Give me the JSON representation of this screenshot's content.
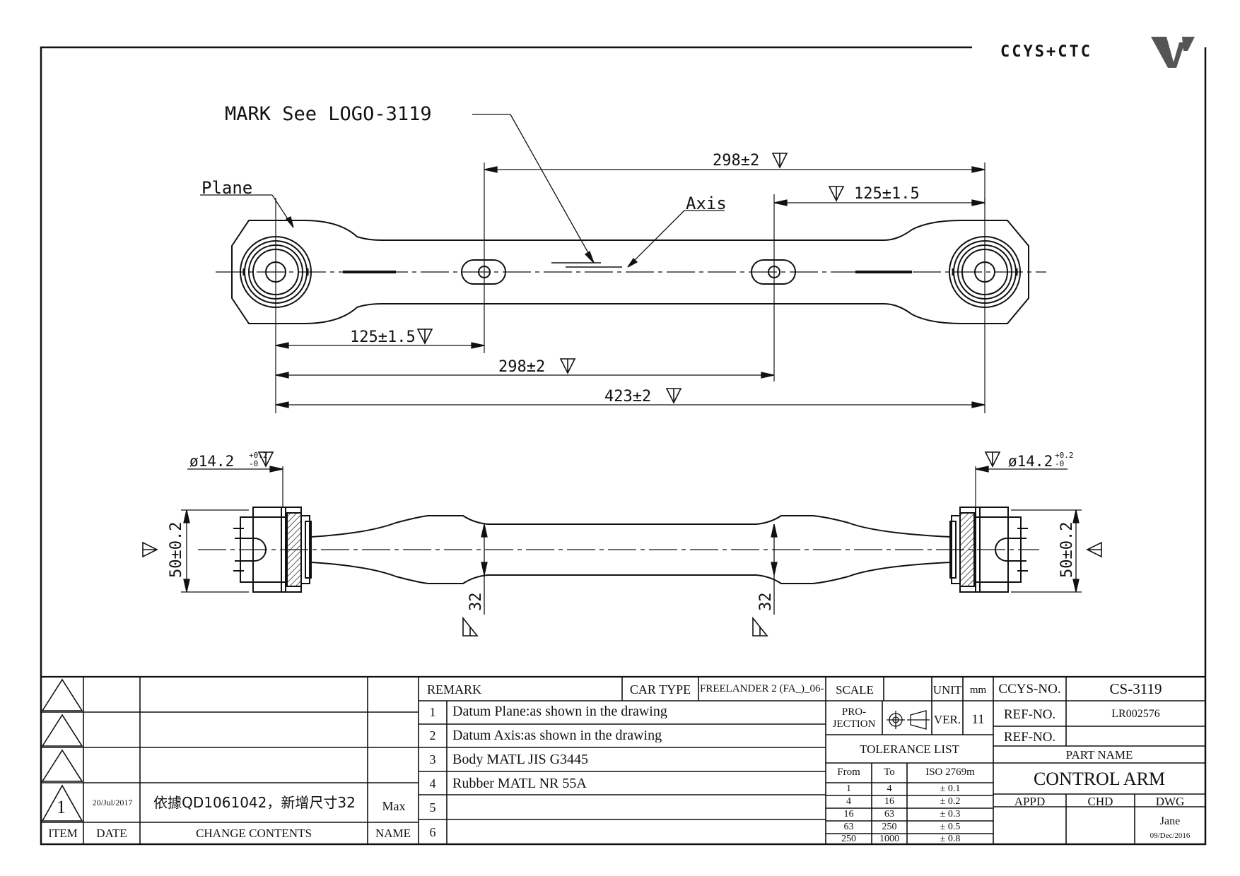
{
  "brand": {
    "logo_text": "CCYS+CTC"
  },
  "labels": {
    "mark": "MARK See LOGO-3119",
    "plane": "Plane",
    "axis": "Axis"
  },
  "dims": {
    "top_298": "298±2",
    "top_125": "125±1.5",
    "low_125": "125±1.5",
    "mid_298": "298±2",
    "total_423": "423±2",
    "dia_left": "ø14.2",
    "dia_right": "ø14.2",
    "tol_plus": "+0.2",
    "tol_minus": "-0",
    "height_left": "50±0.2",
    "height_right": "50±0.2",
    "width_32_a": "32",
    "width_32_b": "32"
  },
  "revision": {
    "rows": [
      {
        "item": "",
        "date": "",
        "content": "",
        "name": ""
      },
      {
        "item": "",
        "date": "",
        "content": "",
        "name": ""
      },
      {
        "item": "",
        "date": "",
        "content": "",
        "name": ""
      },
      {
        "item": "1",
        "date": "20/Jul/2017",
        "content": "依據QD1061042，新增尺寸32",
        "name": "Max"
      }
    ],
    "headers": {
      "item": "ITEM",
      "date": "DATE",
      "content": "CHANGE CONTENTS",
      "name": "NAME"
    }
  },
  "remarks": {
    "header": "REMARK",
    "car_type_label": "CAR TYPE",
    "car_type_value": "FREELANDER 2 (FA_)_06-",
    "items": [
      {
        "no": "1",
        "text": "Datum Plane:as shown in the drawing"
      },
      {
        "no": "2",
        "text": "Datum Axis:as shown in the drawing"
      },
      {
        "no": "3",
        "text": "Body MATL JIS G3445"
      },
      {
        "no": "4",
        "text": "Rubber MATL NR 55A"
      },
      {
        "no": "5",
        "text": ""
      },
      {
        "no": "6",
        "text": ""
      }
    ]
  },
  "info": {
    "scale_label": "SCALE",
    "scale_value": "",
    "unit_label": "UNIT",
    "unit_value": "mm",
    "projection_label_1": "PRO-",
    "projection_label_2": "JECTION",
    "ver_label": "VER.",
    "ver_value": "11",
    "tolerance_title": "TOLERANCE LIST",
    "tolerance_headers": [
      "From",
      "To",
      "ISO 2769m"
    ],
    "tolerance_rows": [
      [
        "1",
        "4",
        "± 0.1"
      ],
      [
        "4",
        "16",
        "± 0.2"
      ],
      [
        "16",
        "63",
        "± 0.3"
      ],
      [
        "63",
        "250",
        "± 0.5"
      ],
      [
        "250",
        "1000",
        "± 0.8"
      ]
    ]
  },
  "part": {
    "ccys_no_label": "CCYS-NO.",
    "ccys_no": "CS-3119",
    "ref_no_label_1": "REF-NO.",
    "ref_no_1": "LR002576",
    "ref_no_label_2": "REF-NO.",
    "ref_no_2": "",
    "part_name_label": "PART NAME",
    "part_name": "CONTROL ARM",
    "appd_label": "APPD",
    "chd_label": "CHD",
    "dwg_label": "DWG",
    "appd": "",
    "chd": "",
    "dwg": "Jane",
    "dwg_date": "09/Dec/2016"
  }
}
